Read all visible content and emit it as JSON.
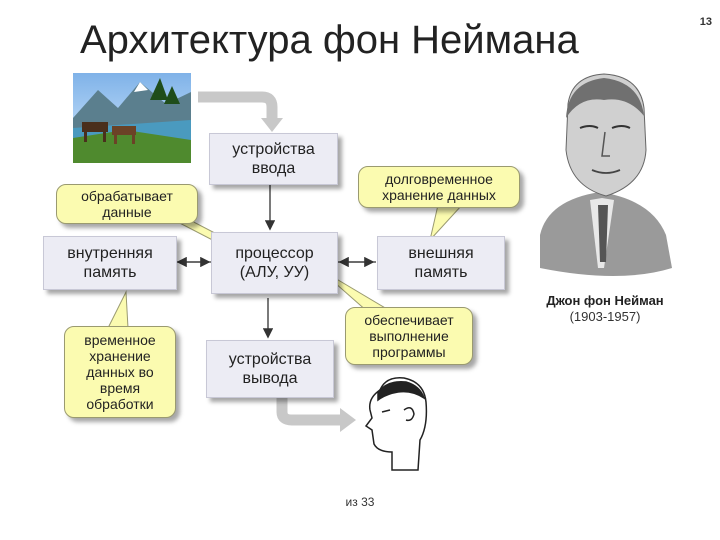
{
  "title": "Архитектура фон Неймана",
  "page_number": "13",
  "boxes": {
    "input": "устройства\nввода",
    "processor": "процессор\n(АЛУ, УУ)",
    "output": "устройства\nвывода",
    "internal_memory": "внутренняя\nпамять",
    "external_memory": "внешняя\nпамять"
  },
  "callouts": {
    "processes": "обрабатывает\nданные",
    "long_term": "долговременное\nхранение данных",
    "temporary": "временное\nхранение\nданных во\nвремя\nобработки",
    "execution": "обеспечивает\nвыполнение\nпрограммы"
  },
  "portrait": {
    "name": "Джон фон Нейман",
    "years": "(1903-1957)"
  },
  "footer": "из 33",
  "colors": {
    "box_fill": "#ececf4",
    "callout_fill": "#fbfbb0",
    "arrow_gray": "#c8c8c8"
  }
}
